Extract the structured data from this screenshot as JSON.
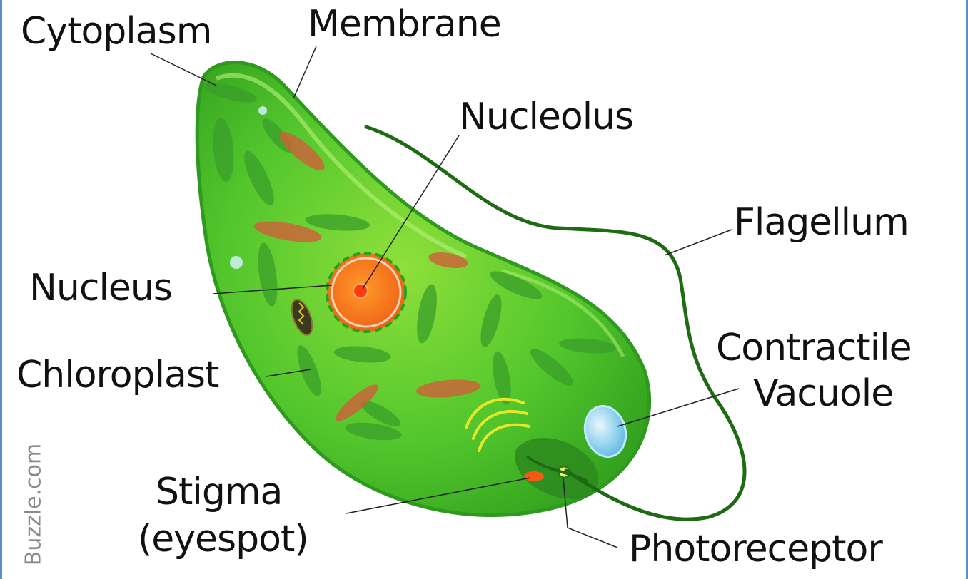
{
  "labels": {
    "cytoplasm": "Cytoplasm",
    "membrane": "Membrane",
    "nucleolus": "Nucleolus",
    "flagellum": "Flagellum",
    "nucleus": "Nucleus",
    "contractile_line1": "Contractile",
    "contractile_line2": "Vacuole",
    "chloroplast": "Chloroplast",
    "stigma_line1": "Stigma",
    "stigma_line2": "(eyespot)",
    "photoreceptor": "Photoreceptor"
  },
  "watermark": "Buzzle.com",
  "colors": {
    "cell_body": "#4cc52e",
    "cell_edge": "#2f9a1e",
    "flagellum": "#1f6b14",
    "chloroplast": "#3a9e2a",
    "nucleus": "#f2701c",
    "vacuole": "#8fd6f0",
    "stigma": "#f05a14",
    "frame": "#5a8fc8"
  }
}
